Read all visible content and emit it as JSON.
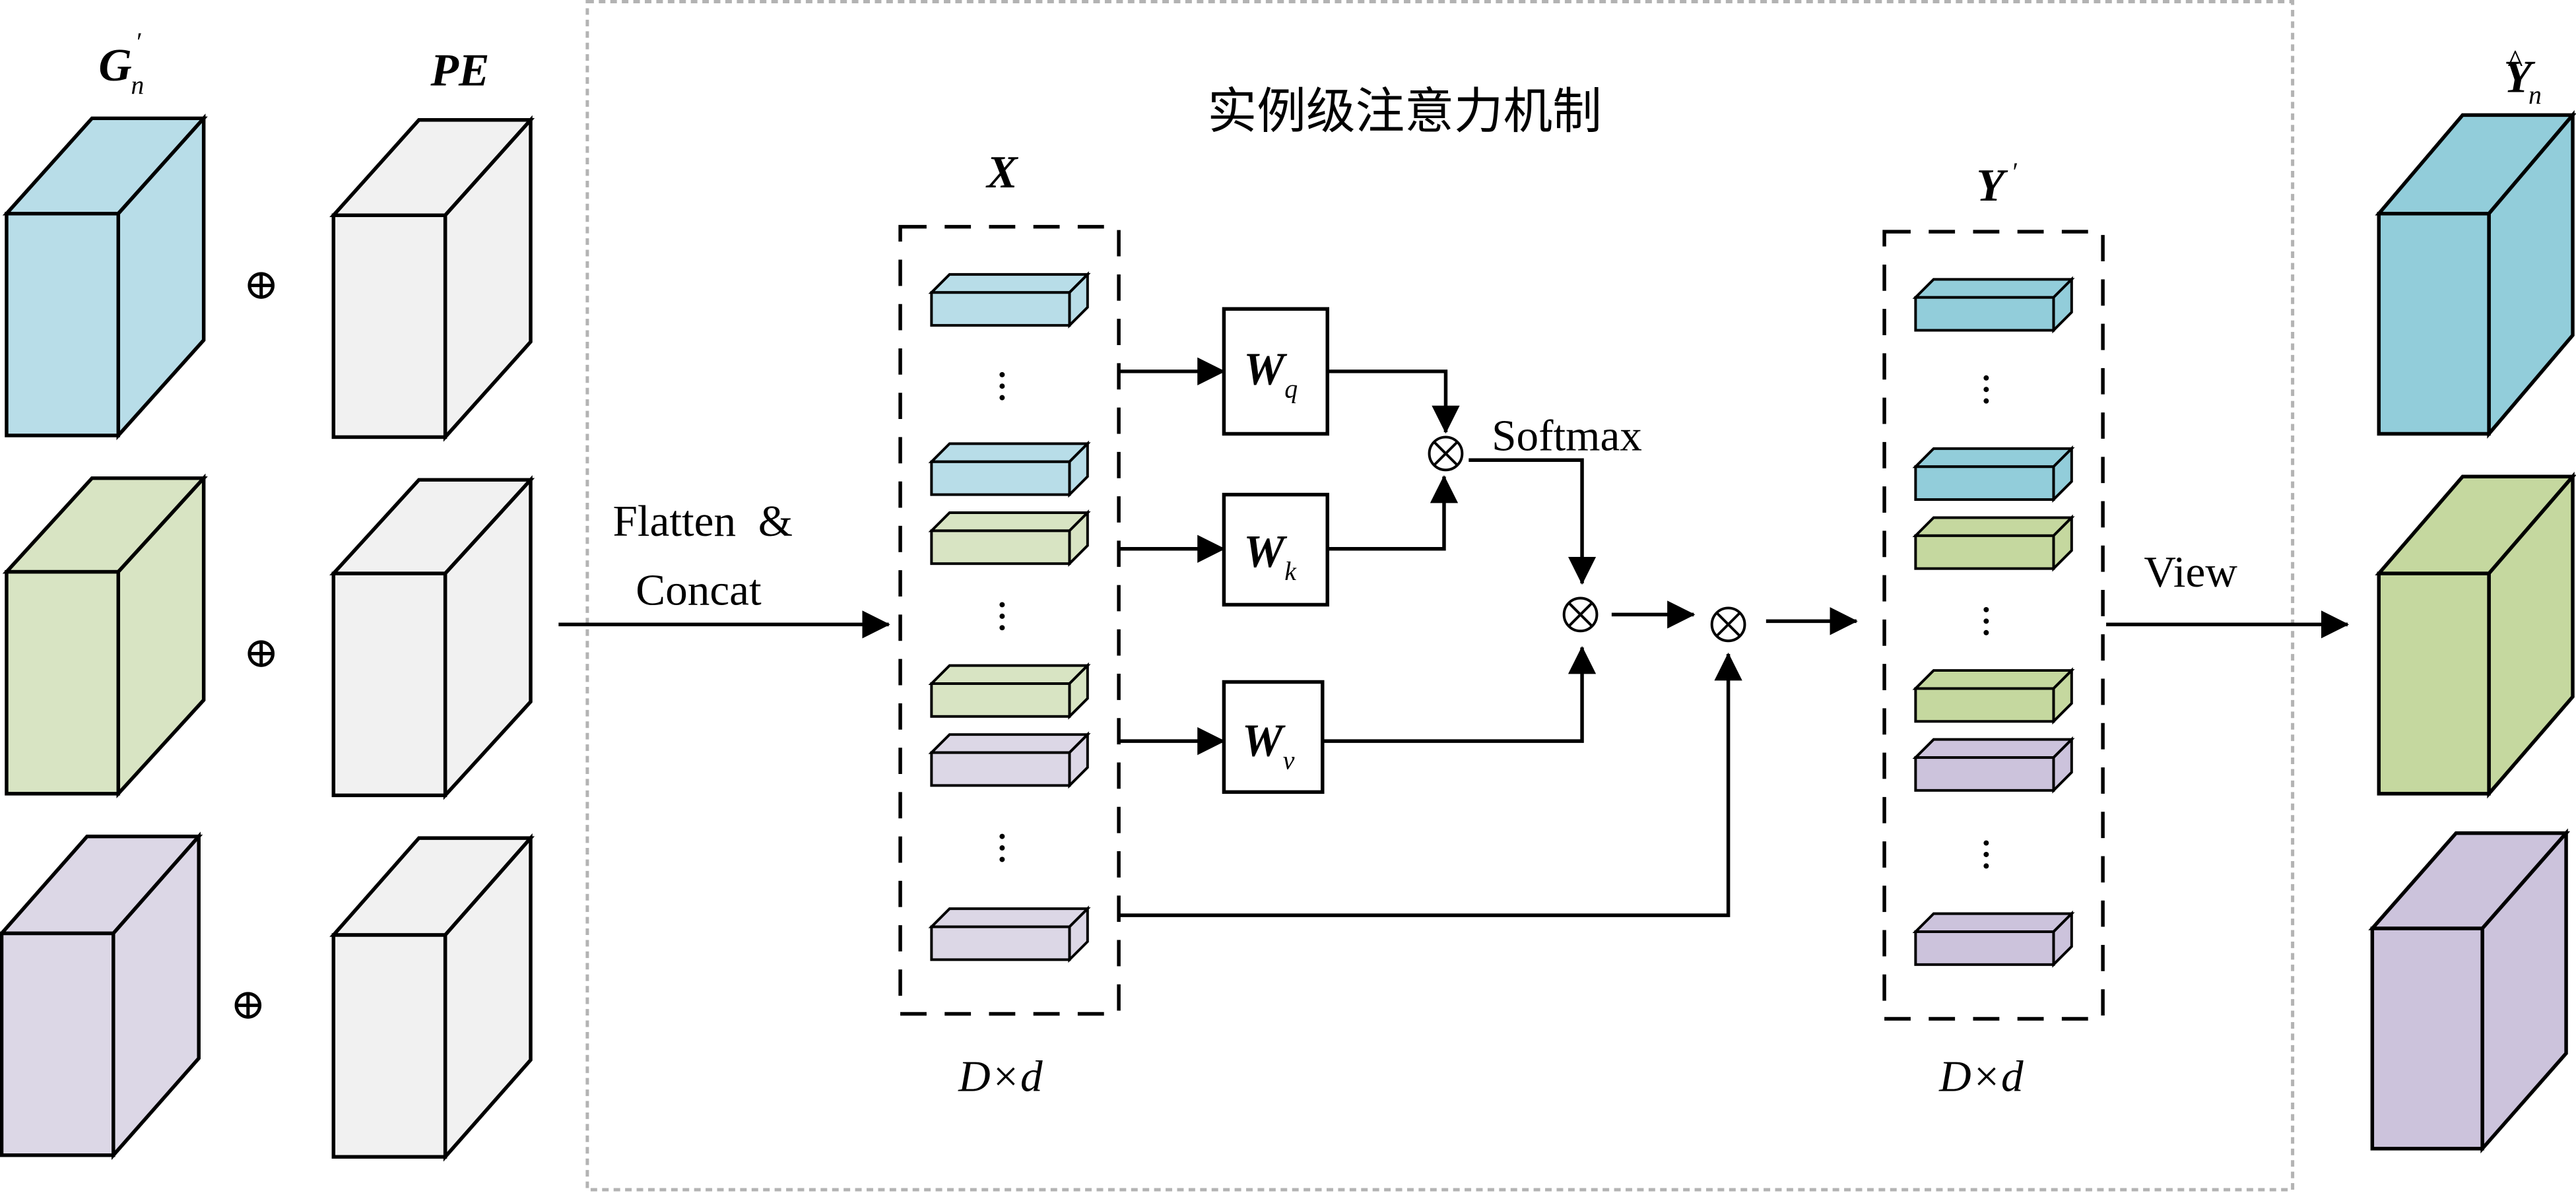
{
  "title": "实例级注意力机制",
  "labels": {
    "input_g": "G",
    "input_g_prime": "′",
    "input_g_sub": "n",
    "pe": "PE",
    "x": "X",
    "y_prime": "Y",
    "y_prime_mark": "′",
    "output_y": "Y",
    "output_y_hat": "^",
    "output_y_sub": "n",
    "flatten_line1": "Flatten  &",
    "flatten_line2": "Concat",
    "softmax": "Softmax",
    "view": "View",
    "x_dim": "D×d",
    "y_dim": "D×d"
  },
  "operators": {
    "add": "⊕",
    "mul": "⊗"
  },
  "weights": [
    {
      "name": "W",
      "sub": "q"
    },
    {
      "name": "W",
      "sub": "k"
    },
    {
      "name": "W",
      "sub": "v"
    }
  ],
  "colors": {
    "input_blue": "#b8dde8",
    "input_green": "#d8e4c3",
    "input_purple": "#dcd7e6",
    "pe_gray": "#f1f1f1",
    "output_blue": "#92cdda",
    "output_green": "#c5d89f",
    "output_purple": "#ccc3dc"
  },
  "x_tokens": [
    "blue",
    "blue",
    "green",
    "green",
    "purple",
    "purple"
  ],
  "y_tokens": [
    "blue",
    "blue",
    "green",
    "green",
    "purple",
    "purple"
  ]
}
